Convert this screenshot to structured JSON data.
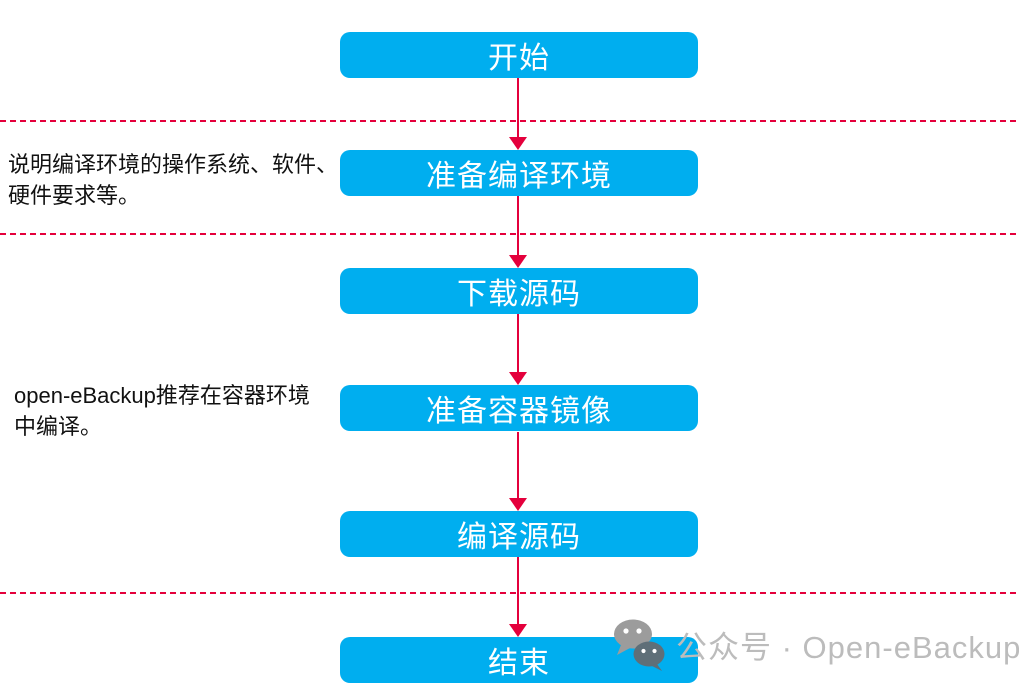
{
  "flowchart": {
    "steps": [
      {
        "id": "start",
        "label": "开始"
      },
      {
        "id": "prepare-build-env",
        "label": "准备编译环境"
      },
      {
        "id": "download-source",
        "label": "下载源码"
      },
      {
        "id": "prepare-container-image",
        "label": "准备容器镜像"
      },
      {
        "id": "compile-source",
        "label": "编译源码"
      },
      {
        "id": "end",
        "label": "结束"
      }
    ],
    "connector_style": "red-arrow-down",
    "separator_count": 3
  },
  "annotations": [
    {
      "text": "说明编译环境的操作系统、软件、硬件要求等。",
      "attached_to": "prepare-build-env"
    },
    {
      "text": "open-eBackup推荐在容器环境中编译。",
      "attached_to": "prepare-container-image"
    }
  ],
  "watermark": {
    "icon": "wechat-icon",
    "text": "公众号 · Open-eBackup"
  },
  "colors": {
    "node_fill": "#00aeef",
    "node_text": "#ffffff",
    "arrow": "#e4003c",
    "dashed_line": "#e4003c",
    "annotation_text": "#111111",
    "watermark_text": "#bcbcbc"
  }
}
